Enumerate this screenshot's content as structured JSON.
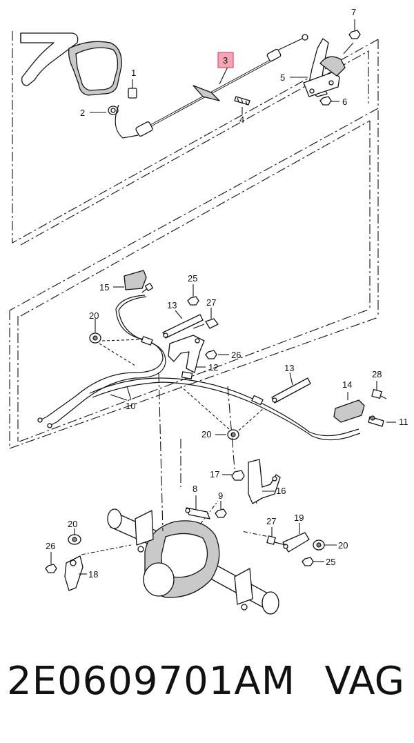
{
  "callouts": {
    "c1": "1",
    "c2": "2",
    "c3": "3",
    "c4": "4",
    "c5": "5",
    "c6": "6",
    "c7": "7",
    "c8": "8",
    "c9": "9",
    "c10": "10",
    "c11": "11",
    "c12": "12",
    "c13a": "13",
    "c13b": "13",
    "c14": "14",
    "c15": "15",
    "c16": "16",
    "c17": "17",
    "c18": "18",
    "c19": "19",
    "c20a": "20",
    "c20b": "20",
    "c20c": "20",
    "c20d": "20",
    "c25a": "25",
    "c25b": "25",
    "c26a": "26",
    "c26b": "26",
    "c27a": "27",
    "c27b": "27",
    "c28": "28"
  },
  "highlighted_callout": "3",
  "highlight_color": "#f4a6b4",
  "footer": {
    "part_number": "2E0609701AM",
    "brand": "VAG"
  }
}
